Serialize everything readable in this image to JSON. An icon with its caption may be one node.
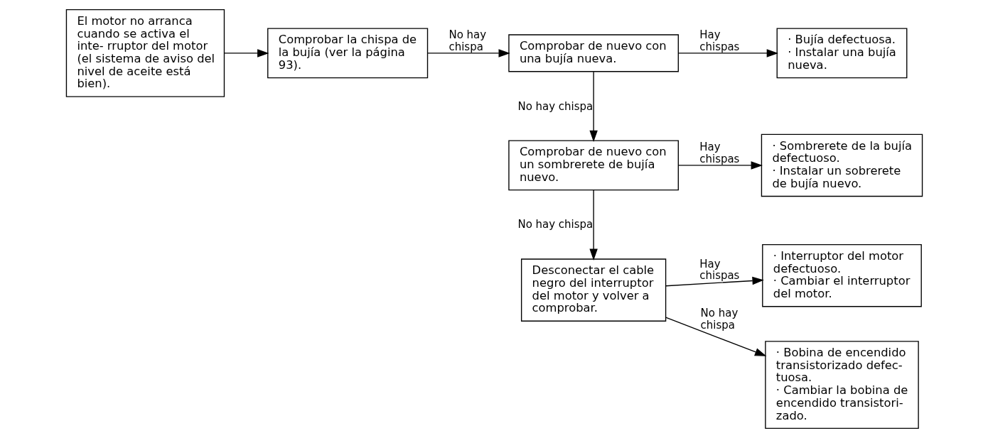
{
  "diagram": {
    "nodes": [
      {
        "text": [
          "El motor no arranca cuando se activa el inte- rruptor del motor (el sistema de aviso del nivel de aceite está bien)."
        ]
      },
      {
        "text": [
          "Comprobar la chispa de la bujía (ver la página 93)."
        ]
      },
      {
        "text": [
          "Comprobar de nuevo con una bujía nueva."
        ]
      },
      {
        "text": [
          "· Bujía defectuosa.",
          "· Instalar una bujía nueva."
        ]
      },
      {
        "text": [
          "Comprobar de nuevo con un sombrerete de bujía nuevo."
        ]
      },
      {
        "text": [
          "· Sombrerete de la bujía defectuoso.",
          "· Instalar un sobrerete de bujía nuevo."
        ]
      },
      {
        "text": [
          "Desconectar el cable negro del interruptor del motor y volver a comprobar."
        ]
      },
      {
        "text": [
          "· Interruptor del motor defectuoso.",
          "· Cambiar el interruptor del motor."
        ]
      },
      {
        "text": [
          "· Bobina de encendido transistorizado defec- tuosa.",
          "· Cambiar la bobina de encendido transistori- zado."
        ]
      }
    ],
    "edges": [
      {
        "from": 0,
        "to": 1,
        "arrow": "to"
      },
      {
        "from": 1,
        "to": 2,
        "arrow": "to",
        "label": "No hay chispa"
      },
      {
        "from": 2,
        "to": 3,
        "arrow": "to",
        "label": "Hay chispas"
      },
      {
        "from": 2,
        "to": 4,
        "arrow": "to",
        "label": "No hay chispa"
      },
      {
        "from": 4,
        "to": 5,
        "arrow": "to",
        "label": "Hay chispas"
      },
      {
        "from": 4,
        "to": 6,
        "arrow": "to",
        "label": "No hay chispa"
      },
      {
        "from": 6,
        "to": 7,
        "arrow": "to",
        "label": "Hay chispas"
      },
      {
        "from": 6,
        "to": 8,
        "arrow": "to",
        "label": "No hay chispa"
      }
    ]
  }
}
